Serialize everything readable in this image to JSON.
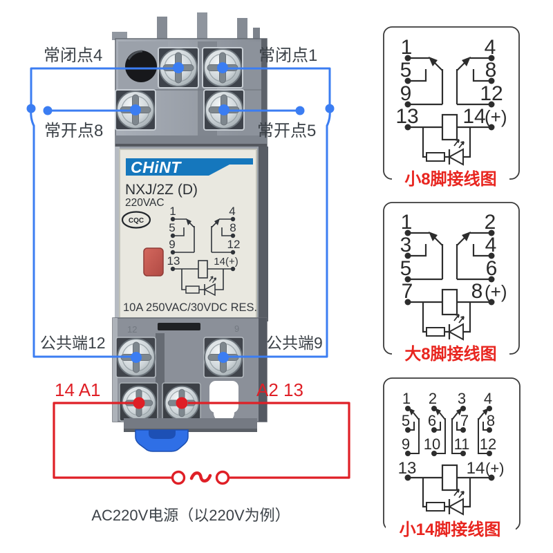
{
  "colors": {
    "wire_blue": "#3b7df2",
    "wire_red": "#df1f26",
    "caption_red": "#e8251f",
    "text_dark": "#3c4248",
    "chint_blue": "#1577bd"
  },
  "relay": {
    "brand": "CHiNT",
    "model": "NXJ/2Z (D)",
    "coil_voltage": "220VAC",
    "cert": "CQC",
    "rating": "10A 250VAC/30VDC RES.",
    "molded_left": "12",
    "molded_right": "9",
    "diagram_pins": {
      "l1": "1",
      "l2": "5",
      "l3": "9",
      "l4": "13",
      "r1": "4",
      "r2": "8",
      "r3": "12",
      "r4": "14(+)"
    }
  },
  "annotations": {
    "nc4": "常闭点4",
    "nc1": "常闭点1",
    "no8": "常开点8",
    "no5": "常开点5",
    "com12": "公共端12",
    "com9": "公共端9",
    "coil_a1": "14 A1",
    "coil_a2": "A2 13",
    "power": "AC220V电源（以220V为例）",
    "ac_symbol": "~"
  },
  "panels": [
    {
      "caption": "小8脚接线图",
      "pins": {
        "l1": "1",
        "l2": "5",
        "l3": "9",
        "l4": "13",
        "r1": "4",
        "r2": "8",
        "r3": "12",
        "r4": "14",
        "plus": "(+)"
      }
    },
    {
      "caption": "大8脚接线图",
      "pins": {
        "l1": "1",
        "l2": "3",
        "l3": "5",
        "l4": "7",
        "r1": "2",
        "r2": "4",
        "r3": "6",
        "r4": "8",
        "plus": "(+)"
      }
    },
    {
      "caption": "小14脚接线图",
      "pins": {
        "r1c1": "1",
        "r1c2": "2",
        "r1c3": "3",
        "r1c4": "4",
        "r2c1": "5",
        "r2c2": "6",
        "r2c3": "7",
        "r2c4": "8",
        "r3c1": "9",
        "r3c2": "10",
        "r3c3": "11",
        "r3c4": "12",
        "p13": "13",
        "p14": "14",
        "plus": "(+)"
      }
    }
  ]
}
